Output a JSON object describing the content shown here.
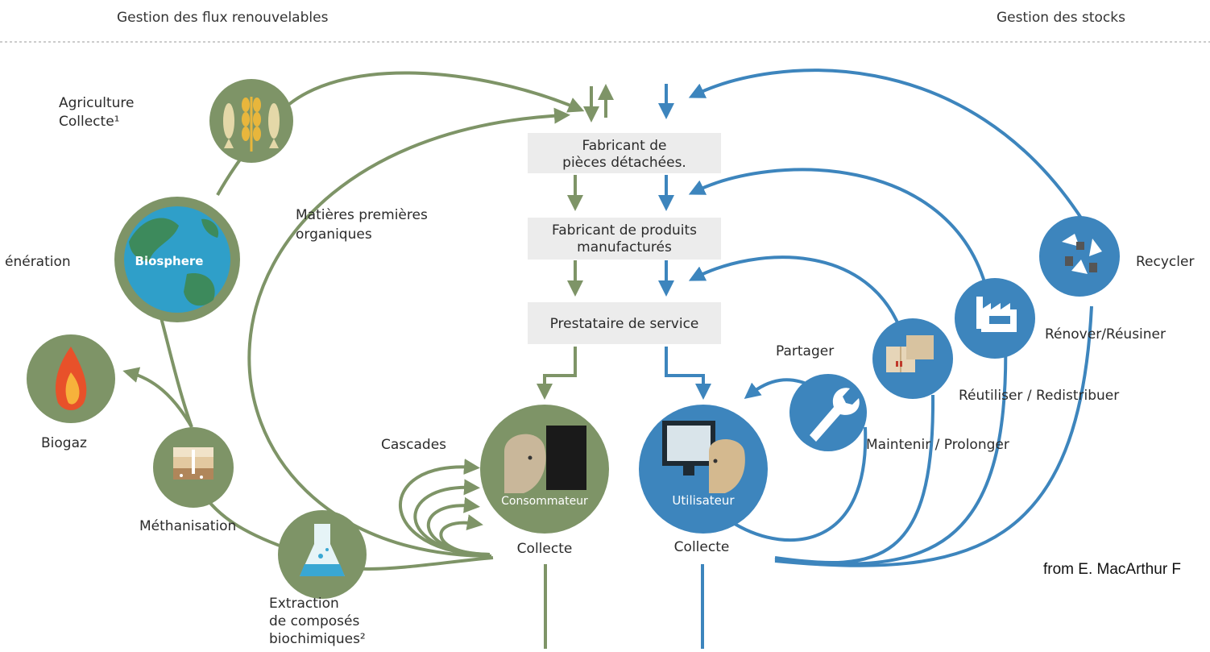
{
  "header": {
    "left": "Gestion des flux renouvelables",
    "right": "Gestion des stocks"
  },
  "colors": {
    "green": "#7e9467",
    "green_dark": "#5f7a4e",
    "blue": "#3d85bd",
    "box": "#ececec"
  },
  "boxes": [
    {
      "id": "fabricant-pieces",
      "line1": "Fabricant de",
      "line2": "pièces détachées."
    },
    {
      "id": "fabricant-produits",
      "line1": "Fabricant de produits",
      "line2": "manufacturés"
    },
    {
      "id": "prestataire",
      "line1": "Prestataire de service",
      "line2": ""
    }
  ],
  "left_nodes": {
    "agriculture_line1": "Agriculture",
    "agriculture_line2": "Collecte¹",
    "regeneration": "énération",
    "biosphere": "Biosphere",
    "biogaz": "Biogaz",
    "methanisation": "Méthanisation",
    "extraction_line1": "Extraction",
    "extraction_line2": "de composés",
    "extraction_line3": "biochimiques²",
    "matieres_line1": "Matières premières",
    "matieres_line2": "organiques",
    "cascades": "Cascades"
  },
  "center_nodes": {
    "consommateur": "Consommateur",
    "collecte_left": "Collecte",
    "utilisateur": "Utilisateur",
    "collecte_right": "Collecte"
  },
  "right_nodes": {
    "partager": "Partager",
    "maintenir": "Maintenir / Prolonger",
    "reutiliser": "Réutiliser / Redistribuer",
    "renover": "Rénover/Réusiner",
    "recycler": "Recycler"
  },
  "icons": {
    "agriculture": "fish-wheat-icon",
    "biosphere": "globe-icon",
    "biogaz": "flame-icon",
    "methanisation": "soil-layers-icon",
    "extraction": "flask-icon",
    "consommateur": "person-icon",
    "utilisateur": "computer-user-icon",
    "maintenir": "wrench-icon",
    "reutiliser": "boxes-icon",
    "renover": "factory-icon",
    "recycler": "recycle-icon"
  },
  "credit": "from E. MacArthur F"
}
